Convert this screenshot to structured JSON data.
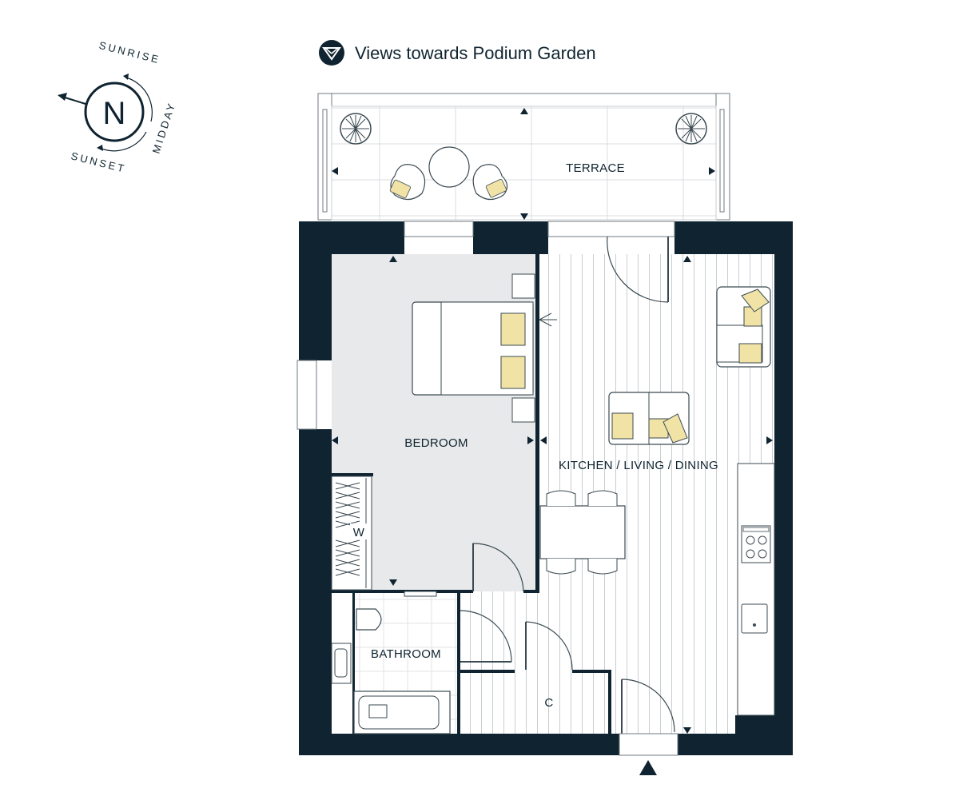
{
  "header": {
    "views_text": "Views towards Podium Garden",
    "views_icon": "view-direction-icon"
  },
  "compass": {
    "north_letter": "N",
    "sunrise": "SUNRISE",
    "midday": "MIDDAY",
    "sunset": "SUNSET",
    "icon": "compass-icon"
  },
  "rooms": {
    "terrace": "TERRACE",
    "bedroom": "BEDROOM",
    "kitchen_living_dining": "KITCHEN / LIVING / DINING",
    "bathroom": "BATHROOM",
    "wardrobe": "W",
    "cupboard": "C"
  },
  "colors": {
    "wall": "#0f2430",
    "bedroom_floor": "#e7e9ea",
    "cushion": "#f1e3a6",
    "line": "#9aa4aa",
    "dark_line": "#1f323d"
  }
}
